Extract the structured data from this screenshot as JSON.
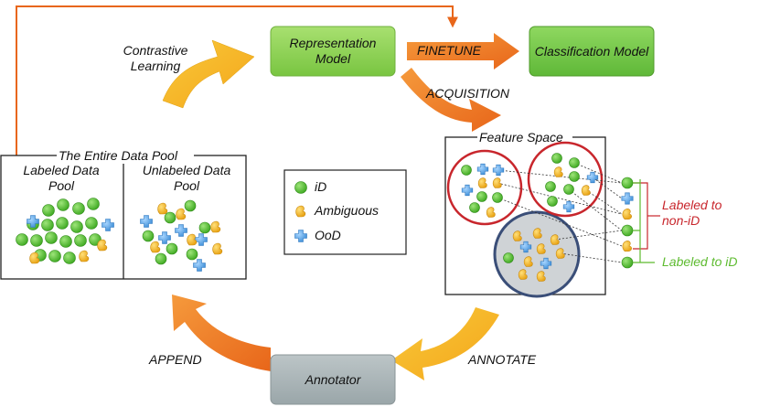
{
  "nodes": {
    "representation_model": "Representation Model",
    "classification_model": "Classification Model",
    "annotator": "Annotator"
  },
  "arrows": {
    "contrastive_learning": "Contrastive Learning",
    "finetune": "FINETUNE",
    "acquisition": "ACQUISITION",
    "annotate": "ANNOTATE",
    "append": "APPEND"
  },
  "data_pool": {
    "title": "The Entire Data Pool",
    "labeled": "Labeled Data Pool",
    "unlabeled": "Unlabeled Data Pool"
  },
  "legend": {
    "id": "iD",
    "ambiguous": "Ambiguous",
    "ood": "OoD"
  },
  "feature_space": {
    "title": "Feature Space",
    "labeled_non_id": "Labeled to non-iD",
    "labeled_id": "Labeled to iD"
  },
  "colors": {
    "id": "#5cc23a",
    "ambiguous": "#f2b822",
    "ood": "#5aa6e8",
    "node_green": "#8fd35a",
    "node_gray": "#a7b2b4",
    "arrow_orange": "#f07a24",
    "arrow_yellow": "#f6b520",
    "red_circle": "#c8262c",
    "navy_circle": "#3a4e78",
    "text_red": "#c8262c",
    "text_green": "#5dbb2f"
  }
}
